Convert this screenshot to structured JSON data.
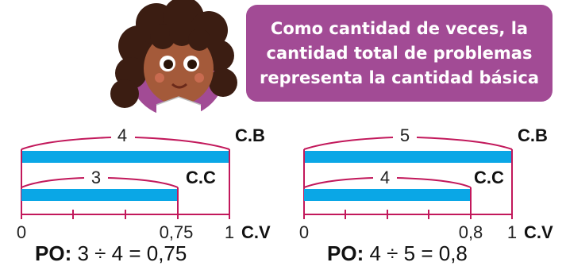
{
  "speech": {
    "line1": "Como cantidad de veces, la",
    "line2": "cantidad total de problemas",
    "line3": "representa la cantidad básica"
  },
  "colors": {
    "box": "#a24b95",
    "bar": "#0aa7e6",
    "axis": "#c2185b"
  },
  "left_diagram": {
    "base_value": "4",
    "base_label": "C.B",
    "compared_value": "3",
    "compared_label": "C.C",
    "axis_start": "0",
    "axis_mark": "0,75",
    "axis_end": "1",
    "axis_label": "C.V",
    "po_prefix": "PO:",
    "po_expr": "3 ÷ 4 = 0,75"
  },
  "right_diagram": {
    "base_value": "5",
    "base_label": "C.B",
    "compared_value": "4",
    "compared_label": "C.C",
    "axis_start": "0",
    "axis_mark": "0,8",
    "axis_end": "1",
    "axis_label": "C.V",
    "po_prefix": "PO:",
    "po_expr": "4 ÷ 5 = 0,8"
  }
}
